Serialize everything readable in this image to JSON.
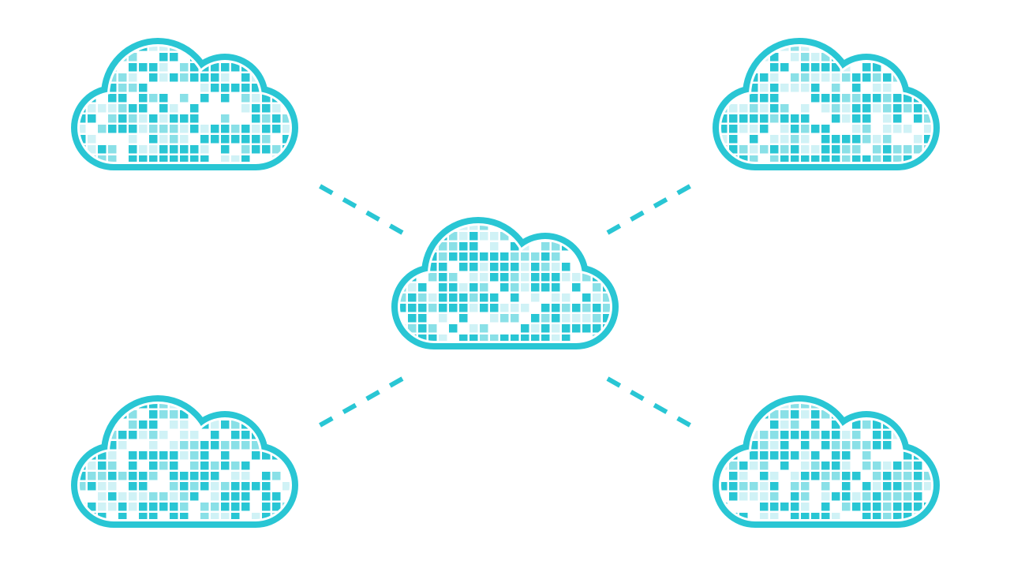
{
  "diagram": {
    "description_free": true,
    "nodes": [
      {
        "id": "top-left",
        "icon": "pixel-cloud-icon"
      },
      {
        "id": "top-right",
        "icon": "pixel-cloud-icon"
      },
      {
        "id": "center",
        "icon": "pixel-cloud-icon"
      },
      {
        "id": "bottom-left",
        "icon": "pixel-cloud-icon"
      },
      {
        "id": "bottom-right",
        "icon": "pixel-cloud-icon"
      }
    ],
    "edges": [
      {
        "from": "center",
        "to": "top-left",
        "style": "dashed"
      },
      {
        "from": "center",
        "to": "top-right",
        "style": "dashed"
      },
      {
        "from": "center",
        "to": "bottom-left",
        "style": "dashed"
      },
      {
        "from": "center",
        "to": "bottom-right",
        "style": "dashed"
      }
    ]
  },
  "colors": {
    "accent": "#29c6d4",
    "background": "#ffffff"
  }
}
